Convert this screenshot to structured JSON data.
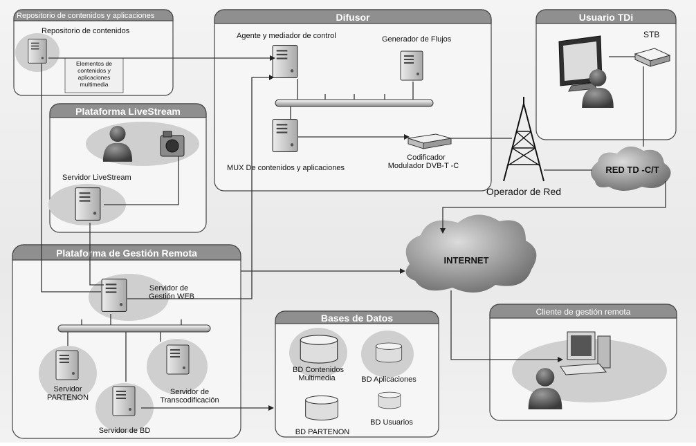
{
  "sections": {
    "repo": {
      "title": "Repositorio de contenidos y aplicaciones",
      "server": "Repositorio de contenidos",
      "elements": [
        "Elementos de",
        "contenidos y",
        "aplicaciones",
        "multimedia"
      ]
    },
    "difusor": {
      "title": "Difusor",
      "agent": "Agente y mediador de control",
      "generator": "Generador de Flujos",
      "mux": "MUX De contenidos y aplicaciones",
      "encoder": [
        "Codificador",
        "Modulador DVB-T -C"
      ]
    },
    "usuario": {
      "title": "Usuario TDi",
      "stb": "STB"
    },
    "livestream": {
      "title": "Plataforma LiveStream",
      "server": "Servidor LiveStream"
    },
    "gestion": {
      "title": "Plataforma de Gestión Remota",
      "web": [
        "Servidor de",
        "Gestión WEB"
      ],
      "partenon": [
        "Servidor",
        "PARTENON"
      ],
      "transcod": [
        "Servidor de",
        "Transcodificación"
      ],
      "bd": "Servidor de BD"
    },
    "bases": {
      "title": "Bases de Datos",
      "contenidos": [
        "BD Contenidos",
        "Multimedia"
      ],
      "aplicaciones": "BD Aplicaciones",
      "partenon": "BD PARTENON",
      "usuarios": "BD Usuarios"
    },
    "cliente": {
      "title": "Cliente de gestión remota"
    }
  },
  "network": {
    "operador": "Operador de Red",
    "red": "RED TD -C/T",
    "internet": "INTERNET"
  },
  "colors": {
    "header": "#8f8f8f",
    "halo": "#cfcfcf",
    "server": "#d9d9d9"
  },
  "icons": [
    "server-icon",
    "user-icon",
    "camera-icon",
    "monitor-icon",
    "stb-icon",
    "encoder-icon",
    "tower-icon",
    "cloud-icon",
    "database-icon",
    "desktop-icon"
  ]
}
